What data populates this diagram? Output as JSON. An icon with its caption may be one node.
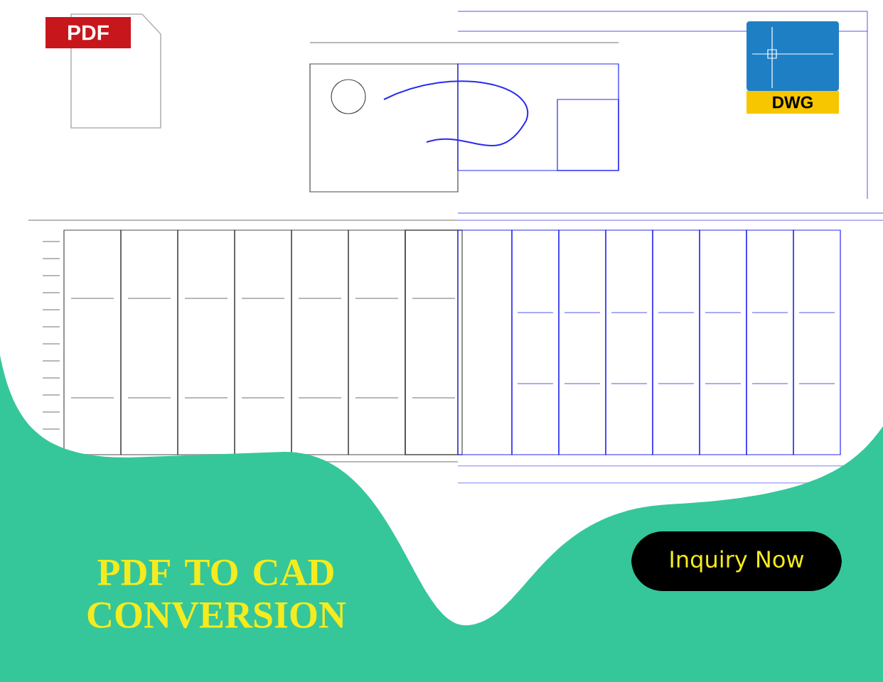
{
  "diagram": {
    "title": "PDF TO CAD CONVERSION",
    "nodes": [
      {
        "text": [
          "PDF"
        ]
      },
      {
        "text": [
          "DWG"
        ]
      },
      {
        "text": [
          "Inquiry Now"
        ]
      }
    ]
  }
}
